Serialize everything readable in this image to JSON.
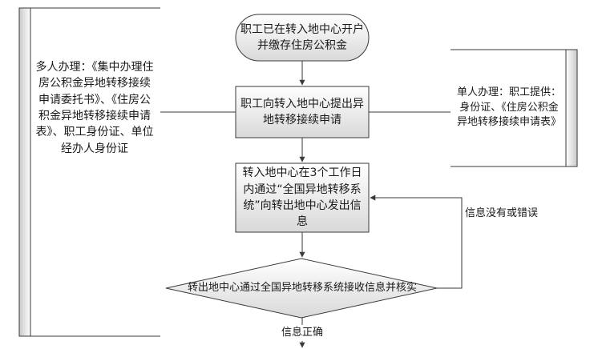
{
  "nodes": {
    "start": "职工已在转入地中心开户并缴存住房公积金",
    "apply": "职工向转入地中心提出异地转移接续申请",
    "send": "转入地中心在3个工作日内通过“全国异地转移系统”向转出地中心发出信息",
    "verify": "转出地中心通过全国异地转移系统接收信息并核实"
  },
  "notes": {
    "multi": "多人办理：《集中办理住房公积金异地转移接续申请委托书》、《住房公积金异地转移接续申请表》、职工身份证、单位经办人身份证",
    "single": "单人办理：职工提供：身份证、《住房公积金异地转移接续申请表》"
  },
  "edges": {
    "error": "信息没有或错误",
    "correct": "信息正确"
  },
  "colors": {
    "line": "#3a3a3a",
    "node_fill_top": "#ffffff",
    "node_fill_bottom": "#dcdcdc",
    "note_shade": "#d8d8d8"
  }
}
